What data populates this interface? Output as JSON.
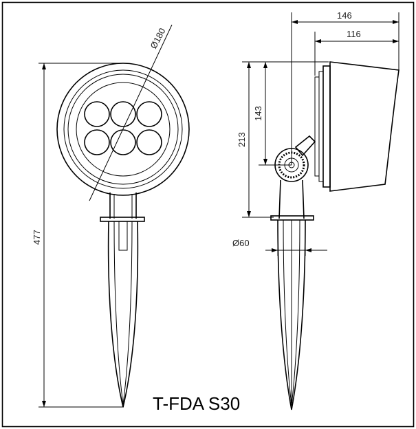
{
  "title": "T-FDA S30",
  "dimensions": {
    "diameter_head": "Ø180",
    "total_height": "477",
    "width_total": "146",
    "width_body": "116",
    "height_to_head_top": "213",
    "height_pivot": "143",
    "diameter_base": "Ø60"
  }
}
